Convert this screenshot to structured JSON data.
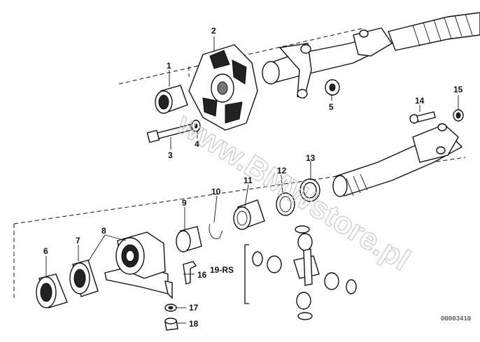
{
  "diagram": {
    "drawing_number": "00003410",
    "watermark": "www.BMWstore.pl",
    "callouts": [
      "1",
      "2",
      "3",
      "4",
      "5",
      "6",
      "7",
      "8",
      "9",
      "10",
      "11",
      "12",
      "13",
      "14",
      "15",
      "16",
      "17",
      "18",
      "19-RS"
    ]
  },
  "colors": {
    "ink": "#111111",
    "shade": "#777777",
    "watermark": "#c8c8c8"
  }
}
